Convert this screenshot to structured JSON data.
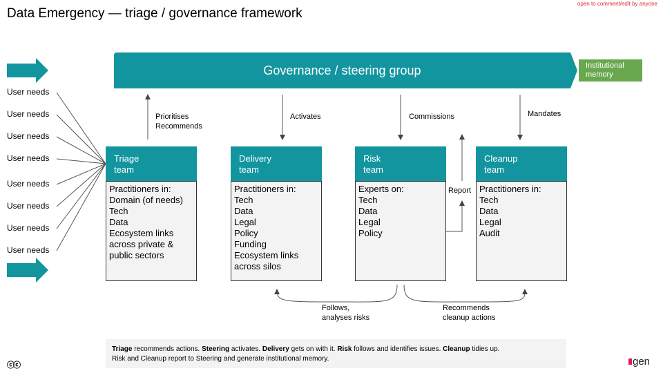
{
  "title": "Data Emergency — triage / governance framework",
  "note": "open to comment/edit by anyone",
  "governance": "Governance / steering group",
  "institutional_memory": "Institutional memory",
  "user_needs": [
    "User needs",
    "User needs",
    "User needs",
    "User needs",
    "User needs",
    "User needs",
    "User needs",
    "User needs"
  ],
  "teams": [
    {
      "name": "Triage\nteam",
      "body": "Practitioners in:\nDomain (of needs)\nTech\nData\nEcosystem links\nacross private &\npublic sectors"
    },
    {
      "name": "Delivery\nteam",
      "body": "Practitioners in:\nTech\nData\nLegal\nPolicy\nFunding\nEcosystem links\nacross silos"
    },
    {
      "name": "Risk\nteam",
      "body": "Experts on:\nTech\nData\nLegal\nPolicy"
    },
    {
      "name": "Cleanup\nteam",
      "body": "Practitioners in:\nTech\nData\nLegal\nAudit"
    }
  ],
  "arrows": {
    "prioritises": "Prioritises\nRecommends",
    "activates": "Activates",
    "commissions": "Commissions",
    "mandates": "Mandates",
    "report": "Report",
    "follows": "Follows,\nanalyses risks",
    "recommends": "Recommends\ncleanup actions"
  },
  "footer": {
    "b1": "Triage",
    "t1": " recommends actions. ",
    "b2": "Steering",
    "t2": " activates. ",
    "b3": "Delivery",
    "t3": " gets on with it. ",
    "b4": "Risk",
    "t4": " follows and identifies issues. ",
    "b5": "Cleanup",
    "t5": " tidies up.",
    "line2": "Risk and Cleanup report to Steering and generate institutional memory."
  },
  "cc": "cc",
  "logo": "gen",
  "colors": {
    "teal": "#12959f",
    "green": "#6aa84f",
    "note": "#e0282a"
  }
}
